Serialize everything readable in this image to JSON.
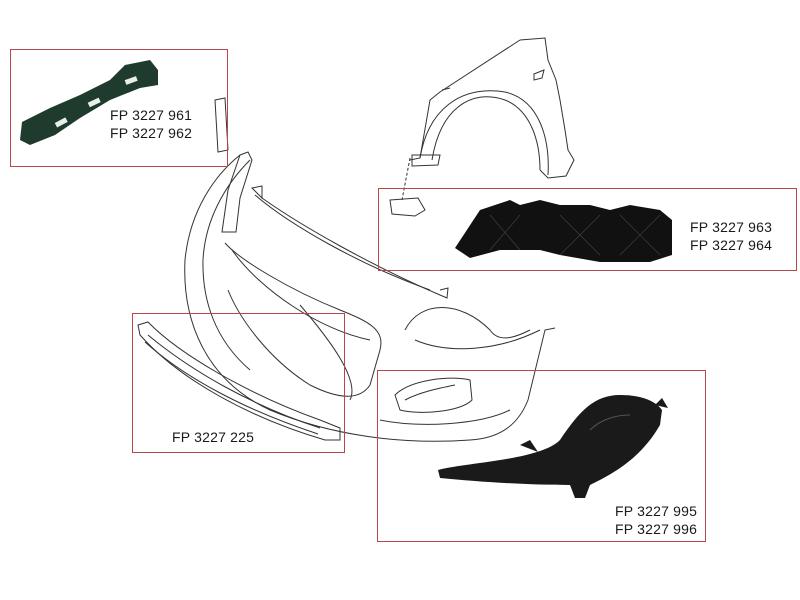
{
  "diagram": {
    "subject": "Front bumper assembly exploded view",
    "border_color": "#b8474b",
    "callouts": [
      {
        "part": "front-bumper-upper-bracket",
        "codes": [
          "FP 3227 961",
          "FP 3227 962"
        ]
      },
      {
        "part": "front-bumper-side-bracket",
        "codes": [
          "FP 3227 963",
          "FP 3227 964"
        ]
      },
      {
        "part": "front-bumper-lower-spoiler",
        "codes": [
          "FP 3227 225"
        ]
      },
      {
        "part": "fog-lamp-bezel",
        "codes": [
          "FP 3227 995",
          "FP 3227 996"
        ]
      }
    ]
  }
}
